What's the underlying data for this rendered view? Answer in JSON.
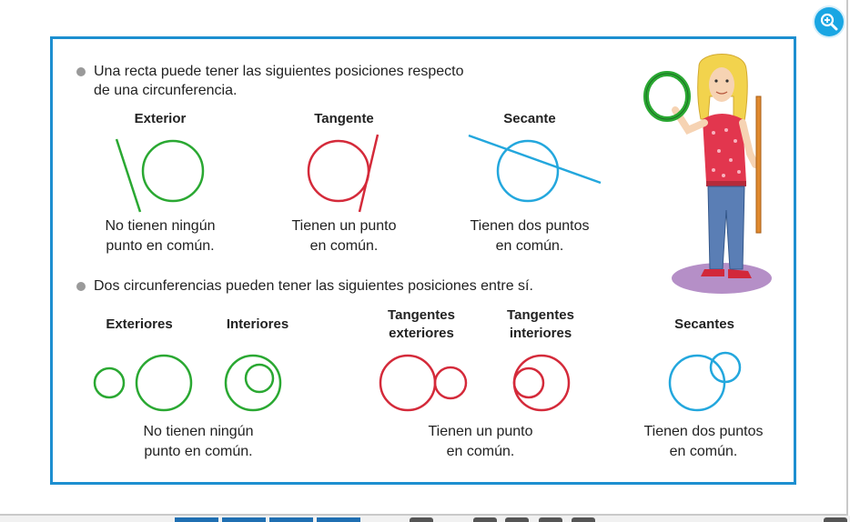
{
  "section1": {
    "intro_line1": "Una recta puede tener las siguientes posiciones respecto",
    "intro_line2": "de una circunferencia.",
    "items": [
      {
        "title": "Exterior",
        "desc_line1": "No tienen ningún",
        "desc_line2": "punto en común.",
        "color": "#2aa832"
      },
      {
        "title": "Tangente",
        "desc_line1": "Tienen un punto",
        "desc_line2": "en común.",
        "color": "#d42a3a"
      },
      {
        "title": "Secante",
        "desc_line1": "Tienen dos puntos",
        "desc_line2": "en común.",
        "color": "#23a7dd"
      }
    ]
  },
  "section2": {
    "intro": "Dos circunferencias pueden tener las siguientes posiciones entre sí.",
    "items": [
      {
        "title": "Exteriores",
        "color": "#2aa832"
      },
      {
        "title": "Interiores",
        "color": "#2aa832"
      },
      {
        "title_line1": "Tangentes",
        "title_line2": "exteriores",
        "color": "#d42a3a"
      },
      {
        "title_line1": "Tangentes",
        "title_line2": "interiores",
        "color": "#d42a3a"
      },
      {
        "title": "Secantes",
        "color": "#23a7dd"
      }
    ],
    "groups": [
      {
        "desc_line1": "No tienen ningún",
        "desc_line2": "punto en común."
      },
      {
        "desc_line1": "Tienen un punto",
        "desc_line2": "en común."
      },
      {
        "desc_line1": "Tienen dos puntos",
        "desc_line2": "en común."
      }
    ]
  },
  "toolbar": {
    "zoom_icon": "zoom-in-icon",
    "accent": "#1aa6e3",
    "frame_color": "#1d8fd0"
  }
}
